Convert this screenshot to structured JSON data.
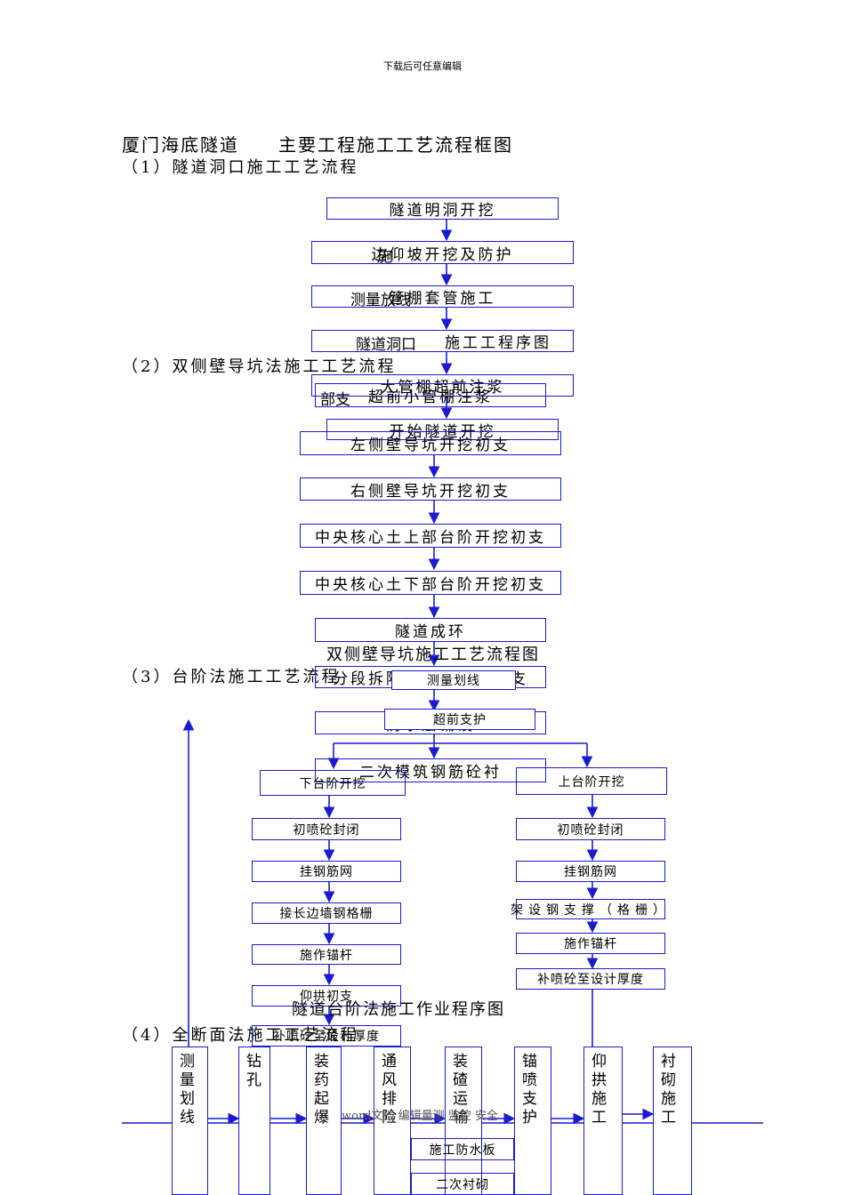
{
  "header": "下载后可任意编辑",
  "doc_title": "厦门海底隧道　　主要工程施工工艺流程框图",
  "sections": {
    "s1": "（1）隧道洞口施工工艺流程",
    "s2": "（2）双侧壁导坑法施工工艺流程",
    "s3": "（3）台阶法施工工艺流程",
    "s4": "（4）全断面法施工工艺流程"
  },
  "flow1": {
    "b1": "隧道明洞开挖",
    "b2": "边仰坡开挖及防护",
    "b2_overlay": "施",
    "b3": "管棚套管施工",
    "b3_overlay": "测量放线",
    "b4": "施工工程序图",
    "b4_overlay": "隧道洞口",
    "b5": "大管棚超前注浆",
    "b6": "开始隧道开挖"
  },
  "flow2": {
    "b1": "超前小管棚注浆",
    "b1_overlay": "部支",
    "b2": "左侧壁导坑开挖初支",
    "b3": "右侧壁导坑开挖初支",
    "b4": "中央核心土上部台阶开挖初支",
    "b5": "中央核心土下部台阶开挖初支",
    "b6": "隧道成环",
    "b7": "分段拆除导坑内壁临时支",
    "b8": "防水层铺设",
    "b9": "二次模筑钢筋砼衬",
    "caption": "双侧壁导坑施工工艺流程图"
  },
  "flow3": {
    "measure": "测量划线",
    "advance": "超前支护",
    "lower": [
      "下台阶开挖",
      "初喷砼封闭",
      "挂钢筋网",
      "接长边墙钢格栅",
      "施作锚杆",
      "仰拱初支",
      "补喷砼至设计厚度"
    ],
    "upper": [
      "上台阶开挖",
      "初喷砼封闭",
      "挂钢筋网",
      "架设钢支撑（格栅）",
      "施作锚杆",
      "补喷砼至设计厚度"
    ],
    "caption": "隧道台阶法施工作业程序图"
  },
  "flow4": {
    "steps": [
      "测量划线",
      "钻　孔",
      "装药起爆",
      "通风排险",
      "装碴运输",
      "锚喷支护",
      "仰拱施工",
      "衬砌施工"
    ],
    "under": [
      "施工防水板",
      "二次衬砌"
    ],
    "overlay": "word文档 编辑量测 监控 安全"
  }
}
